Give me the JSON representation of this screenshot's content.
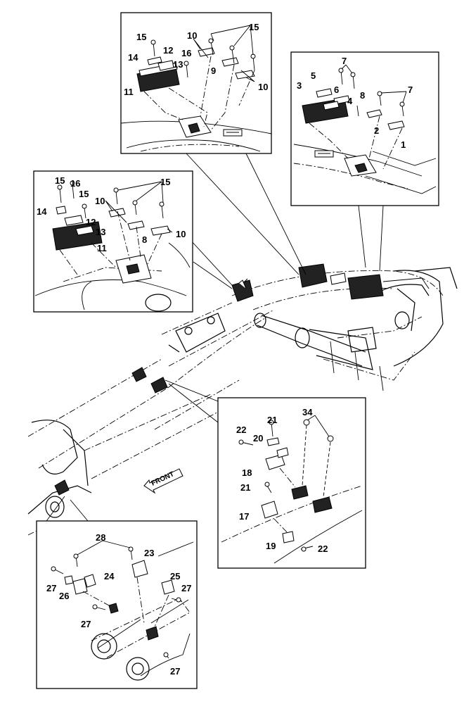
{
  "front_label": "FRONT",
  "labels": {
    "top_inset": [
      "15",
      "10",
      "15",
      "14",
      "12",
      "16",
      "13",
      "9",
      "11",
      "10"
    ],
    "right_inset": [
      "7",
      "5",
      "6",
      "4",
      "8",
      "7",
      "3",
      "2",
      "1"
    ],
    "left_inset": [
      "15",
      "16",
      "15",
      "10",
      "15",
      "14",
      "12",
      "13",
      "8",
      "10",
      "11"
    ],
    "mid_inset": [
      "34",
      "21",
      "22",
      "20",
      "18",
      "21",
      "17",
      "19",
      "22"
    ],
    "bottom_inset": [
      "28",
      "23",
      "24",
      "25",
      "27",
      "26",
      "27",
      "27"
    ]
  }
}
